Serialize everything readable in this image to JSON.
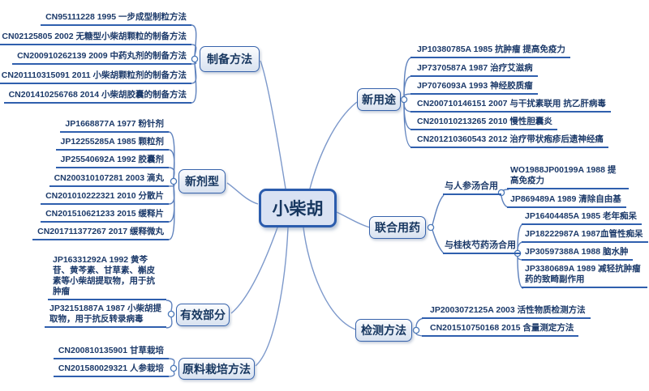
{
  "title": "小柴胡专利思维导图",
  "center": {
    "label": "小柴胡"
  },
  "colors": {
    "line": "#7d99cb",
    "underline": "#2f5fae",
    "node_border": "#3763ac",
    "node_fill": "#d8e2f0",
    "center_fill": "#d9e2f3",
    "text": "#16365f"
  },
  "left_branches": [
    {
      "label": "制备方法",
      "items": [
        "CN95111228 1995 一步成型制粒方法",
        "CN02125805 2002 无糖型小柴胡颗粒的制备方法",
        "CN200910262139 2009 中药丸剂的制备方法",
        "CN201110315091 2011 小柴胡颗粒剂的制备方法",
        "CN201410256768 2014 小柴胡胶囊的制备方法"
      ]
    },
    {
      "label": "新剂型",
      "items": [
        "JP1668877A 1977 粉针剂",
        "JP12255285A 1985 颗粒剂",
        "JP25540692A 1992 胶囊剂",
        "CN200310107281 2003 滴丸",
        "CN201010222321 2010 分散片",
        "CN201510621233 2015 缓释片",
        "CN201711377267 2017 缓释微丸"
      ]
    },
    {
      "label": "有效部分",
      "items": [
        "JP16331292A 1992 黄芩苷、黄芩素、甘草素、槲皮素等小柴胡提取物，用于抗肿瘤",
        "JP32151887A 1987 小柴胡提取物，用于抗反转录病毒"
      ]
    },
    {
      "label": "原料栽培方法",
      "items": [
        "CN200810135901 甘草栽培",
        "CN201580029321 人参栽培"
      ]
    }
  ],
  "right_branches": [
    {
      "label": "新用途",
      "items": [
        "JP10380785A 1985 抗肿瘤 提高免疫力",
        "JP7370587A  1987 治疗艾滋病",
        "JP7076093A 1993 神经胶质瘤",
        "CN200710146151 2007 与干扰素联用 抗乙肝病毒",
        "CN201010213265 2010 慢性胆囊炎",
        "CN201210360543 2012 治疗带状疱疹后遗神经痛"
      ]
    },
    {
      "label": "联合用药",
      "subbranches": [
        {
          "label": "与人参汤合用",
          "items": [
            "WO1988JP00199A 1988 提高免疫力",
            "JP869489A 1989 清除自由基"
          ]
        },
        {
          "label": "与桂枝芍药汤合用",
          "items": [
            "JP16404485A 1985 老年痴呆",
            "JP18222987A 1987血管性痴呆",
            "JP30597388A 1988 脑水肿",
            "JP3380689A 1989 减轻抗肿瘤药的致畸副作用"
          ]
        }
      ]
    },
    {
      "label": "检测方法",
      "items": [
        "JP2003072125A 2003 活性物质检测方法",
        "CN201510750168 2015 含量测定方法"
      ]
    }
  ]
}
